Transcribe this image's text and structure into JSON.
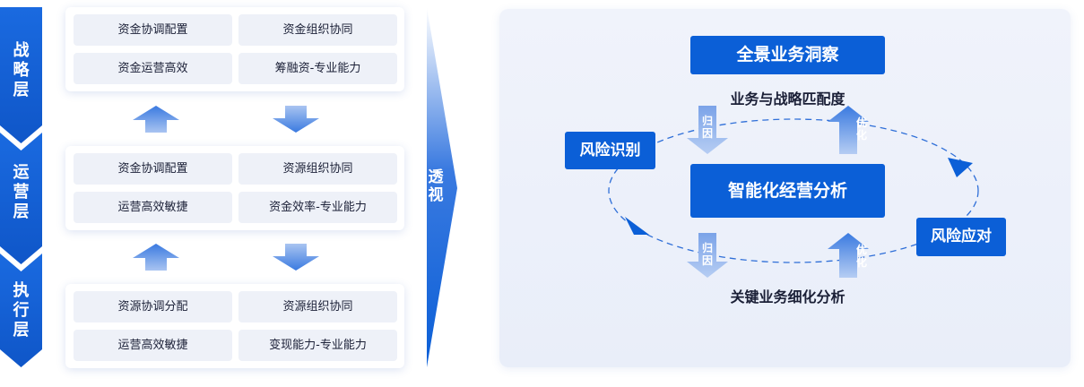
{
  "layers": [
    {
      "label": "战略层",
      "cells": [
        "资金协调配置",
        "资金组织协同",
        "资金运营高效",
        "筹融资-专业能力"
      ]
    },
    {
      "label": "运营层",
      "cells": [
        "资金协调配置",
        "资源组织协同",
        "运营高效敏捷",
        "资金效率-专业能力"
      ]
    },
    {
      "label": "执行层",
      "cells": [
        "资源协调分配",
        "资源组织协同",
        "运营高效敏捷",
        "变现能力-专业能力"
      ]
    }
  ],
  "transparency_label": "透视",
  "right": {
    "top_box": "全景业务洞察",
    "top_text": "业务与战略匹配度",
    "center_box": "智能化经营分析",
    "bottom_text": "关键业务细化分析",
    "left_box": "风险识别",
    "right_box": "风险应对",
    "arrow_down_label": "归因",
    "arrow_up_label": "优化"
  },
  "colors": {
    "primary": "#0b5fd7",
    "chevron": "#1463d8",
    "panel_cell": "#eef1f8",
    "arrow_light": "#8fb2ec",
    "arrow_dark": "#3a7ae0"
  }
}
